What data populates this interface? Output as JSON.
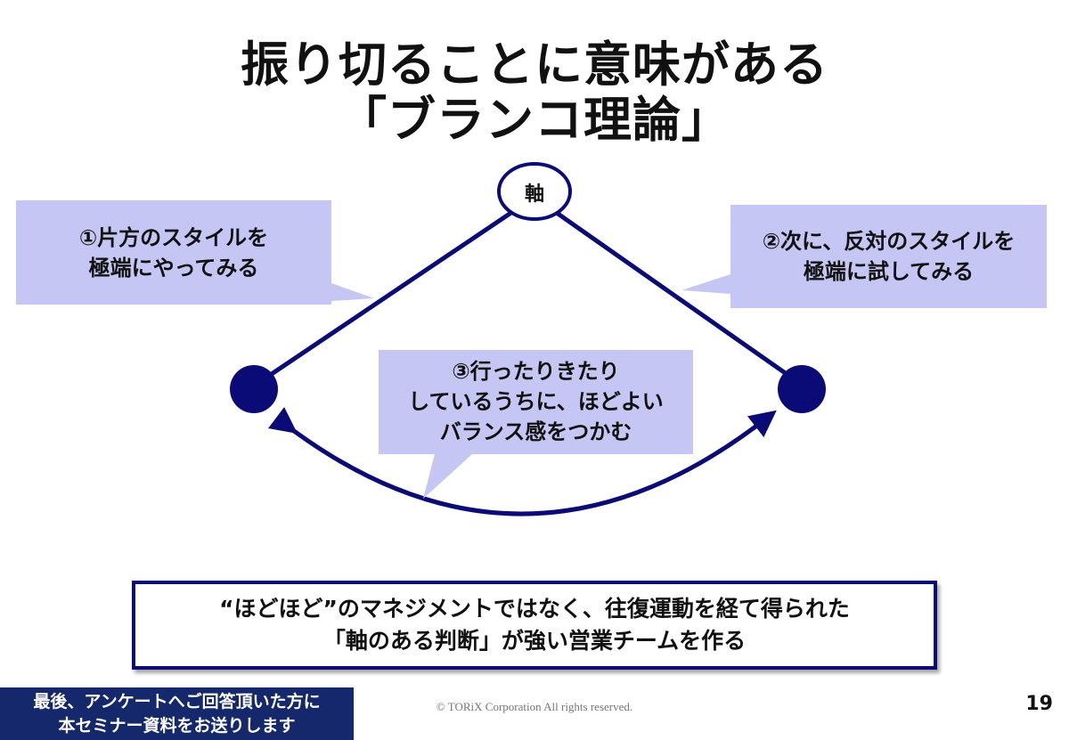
{
  "title": {
    "line1": "振り切ることに意味がある",
    "line2": "「ブランコ理論」"
  },
  "diagram": {
    "axis_label": "軸",
    "step1": {
      "line1": "①片方のスタイルを",
      "line2": "極端にやってみる"
    },
    "step2": {
      "line1": "②次に、反対のスタイルを",
      "line2": "極端に試してみる"
    },
    "step3": {
      "line1": "③行ったりきたり",
      "line2": "しているうちに、ほどよい",
      "line3": "バランス感をつかむ"
    },
    "colors": {
      "line": "#0b0b78",
      "callout": "#c6c6f4"
    }
  },
  "summary": {
    "line1": "“ほどほど”のマネジメントではなく、往復運動を経て得られた",
    "line2": "「軸のある判断」が強い営業チームを作る"
  },
  "footer": {
    "notice_line1": "最後、アンケートへご回答頂いた方に",
    "notice_line2": "本セミナー資料をお送りします",
    "copyright": "© TORiX Corporation All rights reserved.",
    "page_number": "19"
  }
}
